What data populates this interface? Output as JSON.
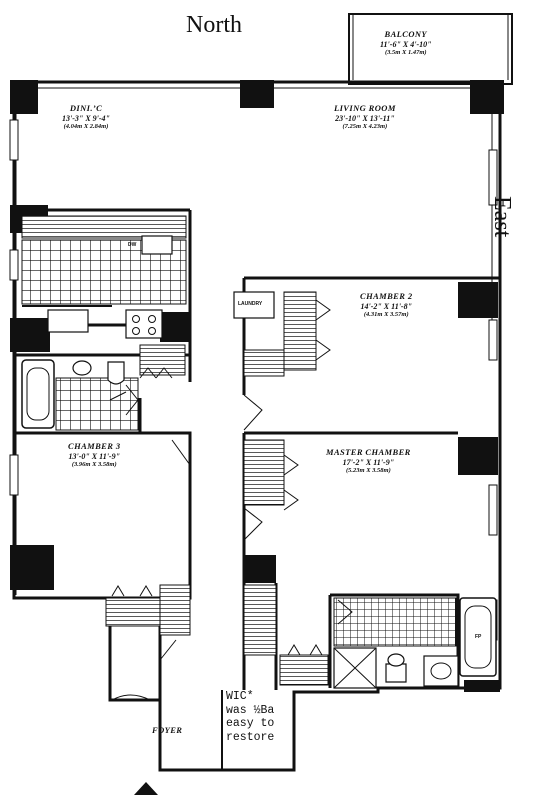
{
  "compass": {
    "north": "North",
    "east": "East"
  },
  "rooms": {
    "balcony": {
      "name": "BALCONY",
      "dim": "11'-6\" X 4'-10\"",
      "metric": "(3.5m X 1.47m)"
    },
    "dining": {
      "name": "DINI.’C",
      "dim": "13'-3\" X 9'-4\"",
      "metric": "(4.04m X 2.84m)"
    },
    "living": {
      "name": "LIVING ROOM",
      "dim": "23'-10\" X 13'-11\"",
      "metric": "(7.25m X 4.23m)"
    },
    "chamber2": {
      "name": "CHAMBER 2",
      "dim": "14'-2\" X 11'-8\"",
      "metric": "(4.31m X 3.57m)"
    },
    "chamber3": {
      "name": "CHAMBER 3",
      "dim": "13'-0\" X 11'-9\"",
      "metric": "(3.96m X 3.58m)"
    },
    "master": {
      "name": "MASTER CHAMBER",
      "dim": "17'-2\" X 11'-9\"",
      "metric": "(5.23m X 3.58m)"
    },
    "foyer": {
      "name": "FOYER"
    }
  },
  "fixtures": {
    "laundry": "LAUNDRY",
    "dw": "DW",
    "bath_label": "FP"
  },
  "note": {
    "text": "WIC*\nwas ½Ba\neasy to\nrestore"
  }
}
